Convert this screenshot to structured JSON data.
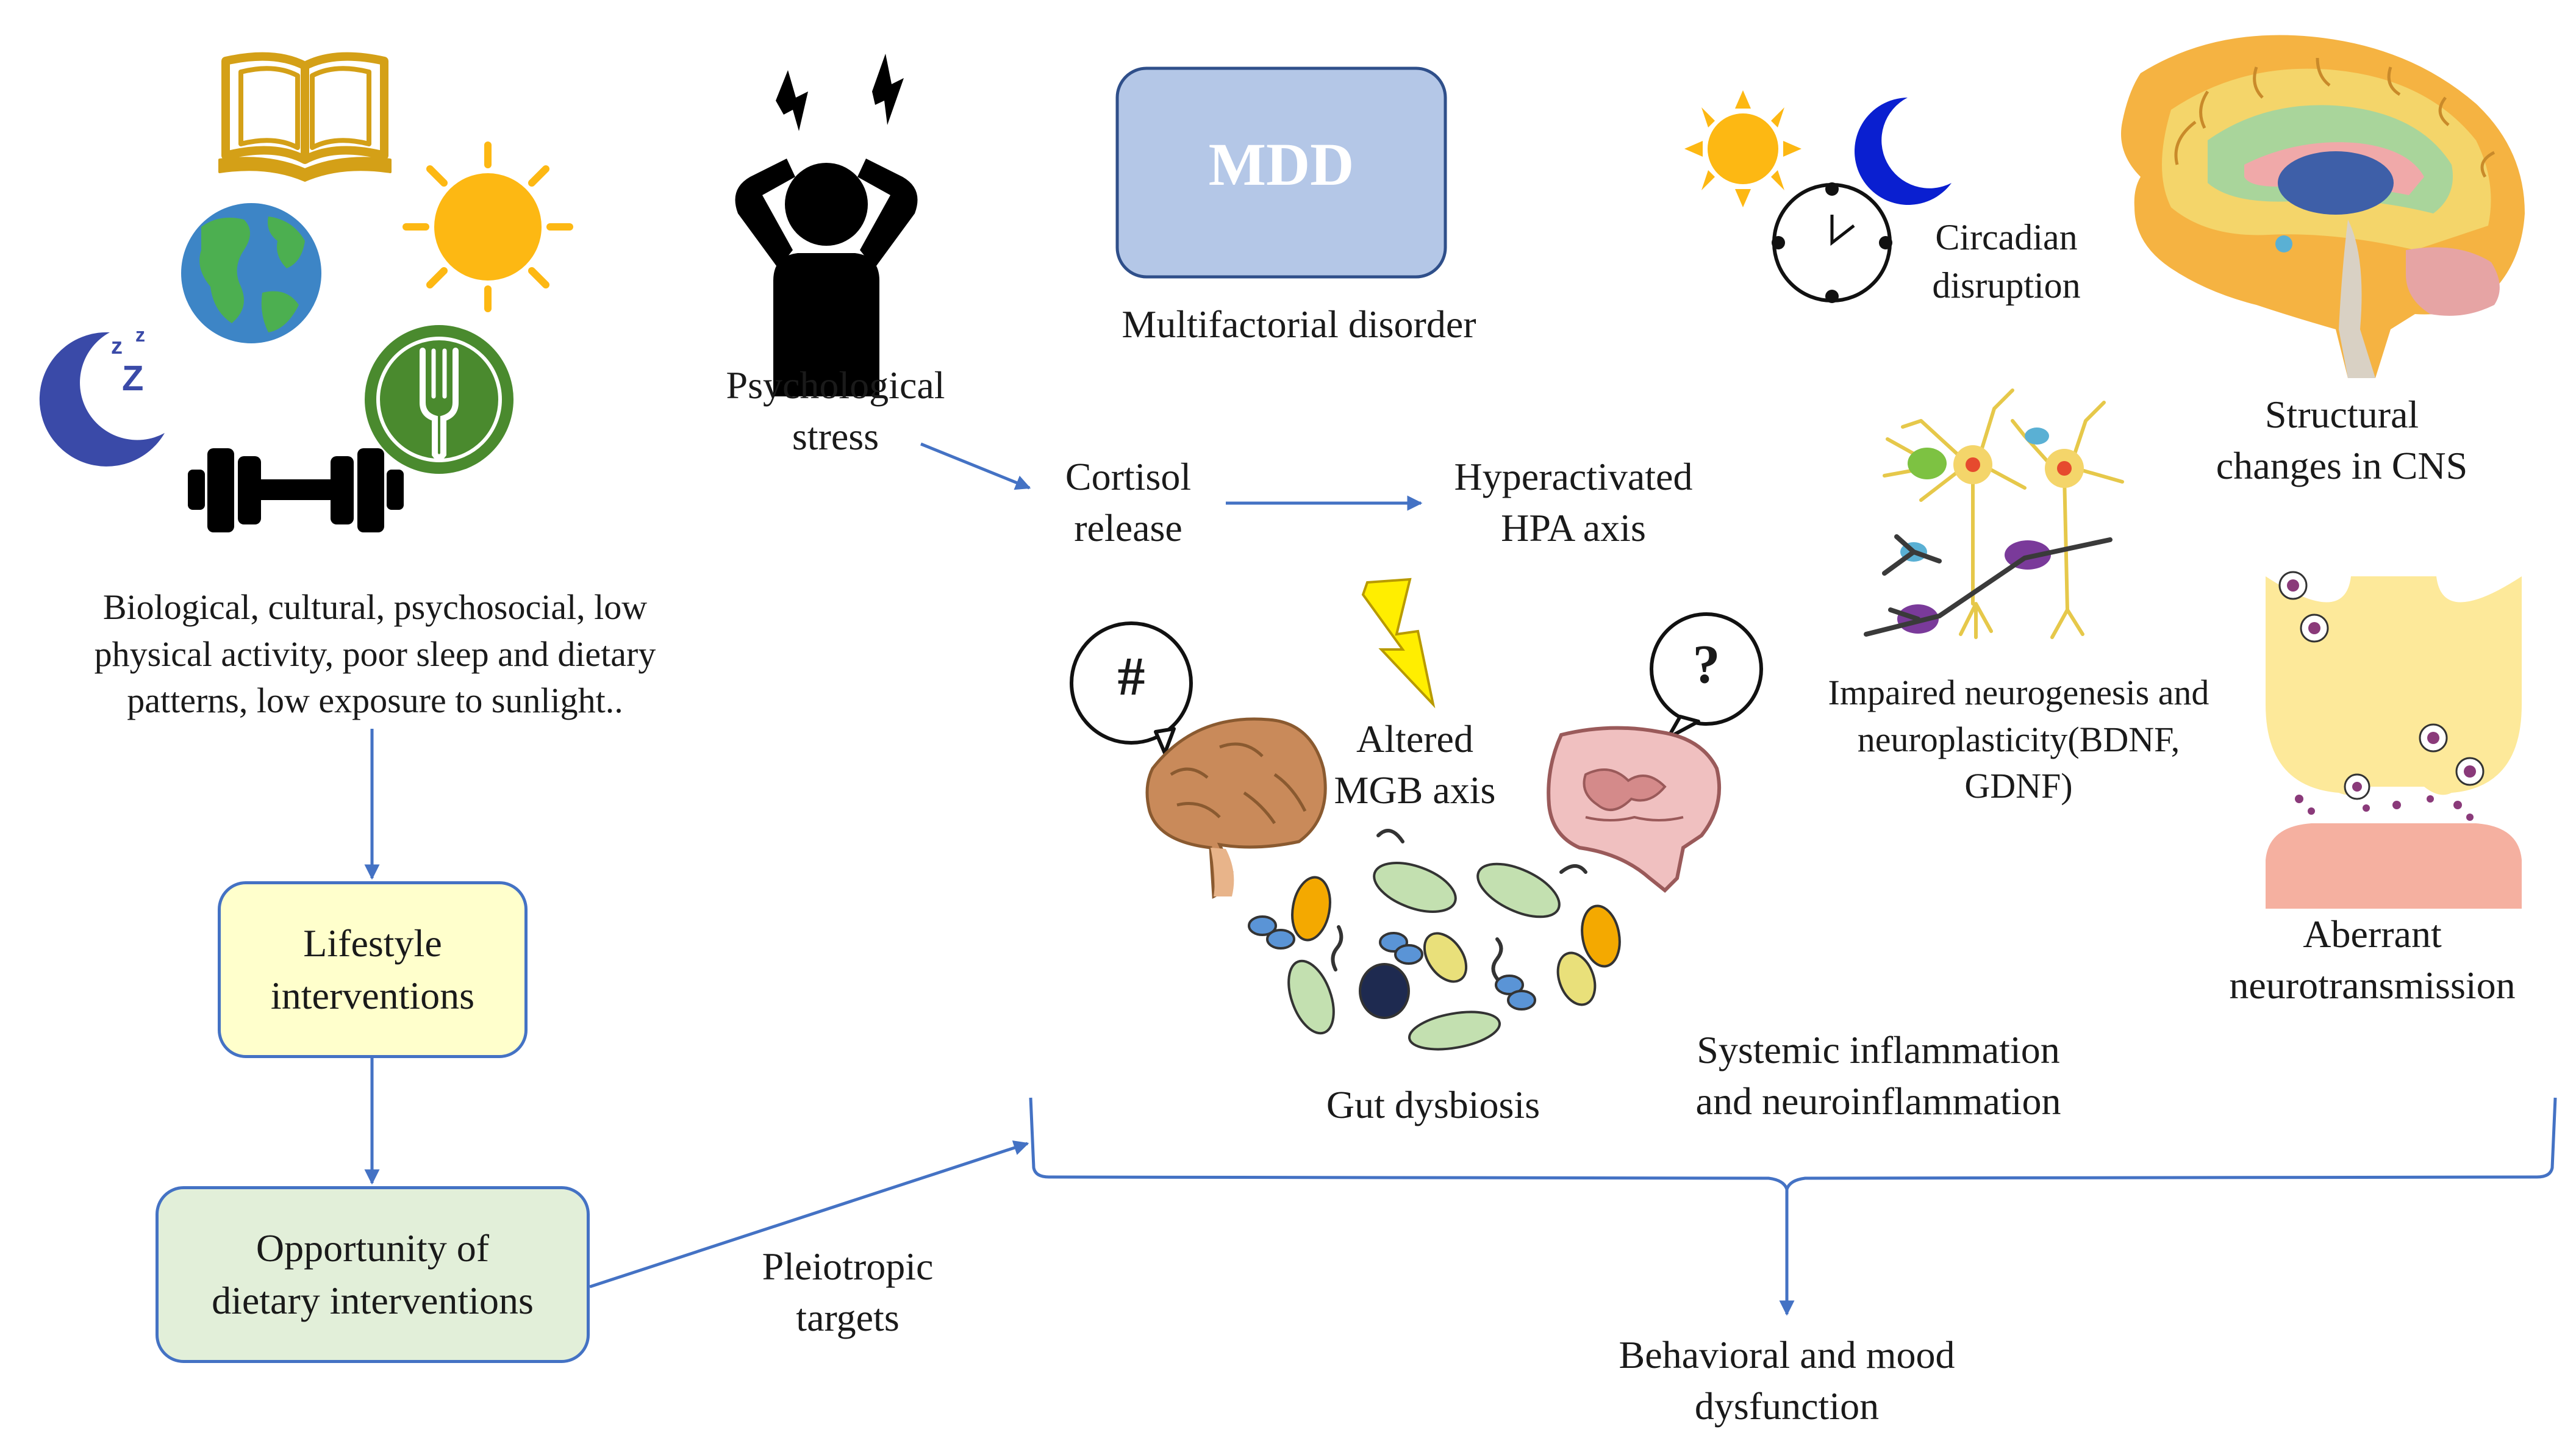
{
  "colors": {
    "arrow": "#4472c4",
    "mdd_fill": "#b4c7e7",
    "mdd_border": "#2f4f8a",
    "lifestyle_fill": "#ffffcc",
    "dietary_fill": "#e2efd9",
    "box_border": "#4472c4",
    "book": "#d4a017",
    "sun": "#fdb813",
    "moon": "#3a4aa8",
    "moon_night": "#0a1fd0",
    "fork_plate": "#4a8a2e",
    "bolt": "#ffee00",
    "brain": "#c98a5a",
    "gut": "#e6a9a9"
  },
  "icons": [
    "book-icon",
    "sun-icon",
    "earth-icon",
    "sleep-moon-icon",
    "dumbbell-icon",
    "fork-plate-icon",
    "stressed-person-icon",
    "night-moon-icon",
    "clock-icon",
    "brain-sagittal-icon",
    "neuron-icon",
    "synapse-icon",
    "lightning-bolt-icon",
    "brain-icon",
    "gut-icon",
    "bacteria-icon"
  ],
  "mdd": {
    "label": "MDD",
    "caption": "Multifactorial disorder"
  },
  "risk_factors": [
    "Biological, cultural, psychosocial, low",
    "physical activity, poor sleep and dietary",
    "patterns, low exposure to sunlight.."
  ],
  "lifestyle": [
    "Lifestyle",
    "interventions"
  ],
  "dietary": [
    "Opportunity of",
    "dietary interventions"
  ],
  "pleiotropic": [
    "Pleiotropic",
    "targets"
  ],
  "stress": [
    "Psychological",
    "stress"
  ],
  "cortisol": [
    "Cortisol",
    "release"
  ],
  "hpa": [
    "Hyperactivated",
    "HPA axis"
  ],
  "circadian": [
    "Circadian",
    "disruption"
  ],
  "cns": [
    "Structural",
    "changes in CNS"
  ],
  "neurogenesis": [
    "Impaired neurogenesis and",
    "neuroplasticity(BDNF,",
    "GDNF)"
  ],
  "mgb": [
    "Altered",
    "MGB axis"
  ],
  "brain_bubble": "#",
  "gut_bubble": "?",
  "gut_dysbiosis": "Gut dysbiosis",
  "inflammation": [
    "Systemic inflammation",
    "and neuroinflammation"
  ],
  "neurotransmission": [
    "Aberrant",
    "neurotransmission"
  ],
  "outcome": [
    "Behavioral and mood",
    "dysfunction"
  ]
}
